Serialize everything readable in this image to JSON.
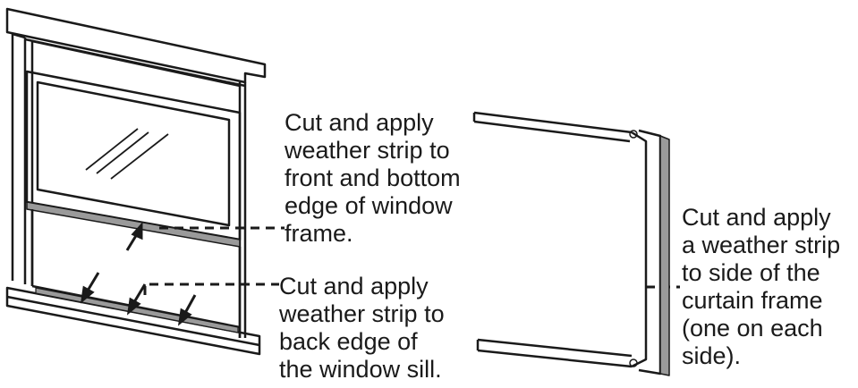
{
  "callouts": {
    "window_frame": "Cut and apply\nweather strip to\nfront and bottom\nedge of window\nframe.",
    "window_sill": "Cut and apply\nweather strip to\nback edge of\nthe window sill.",
    "curtain_frame": "Cut and apply\na weather strip\nto side of the\ncurtain frame\n(one on each\nside)."
  },
  "colors": {
    "line": "#1a1a1a",
    "weather_strip": "#9a9a9a",
    "background": "#ffffff"
  }
}
